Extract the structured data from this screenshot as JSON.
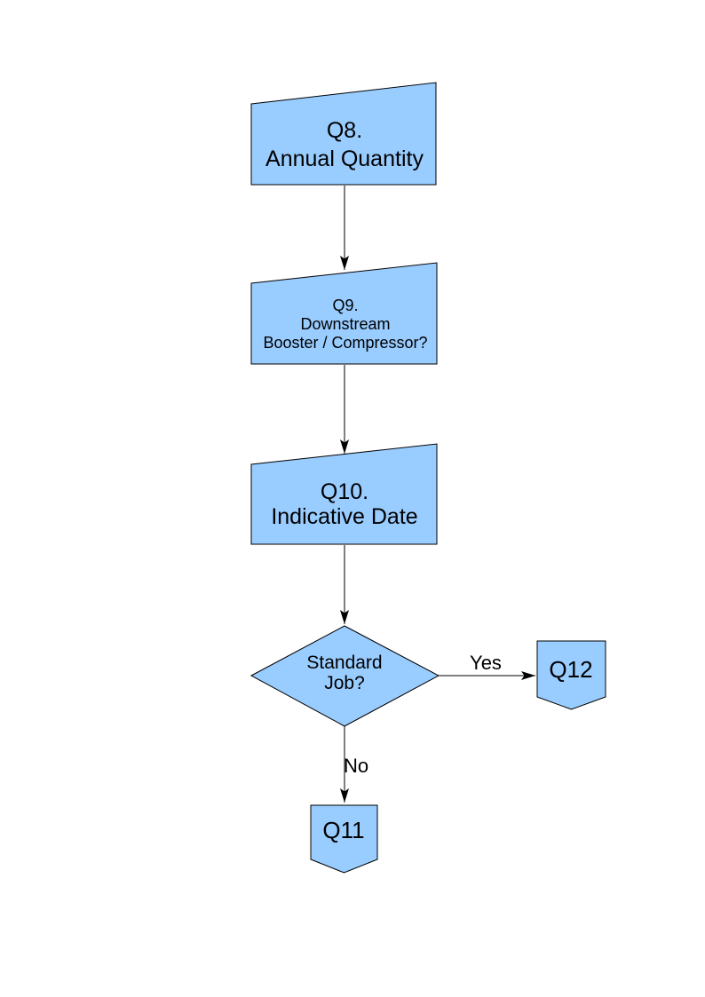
{
  "diagram": {
    "type": "flowchart",
    "nodes": {
      "q8": {
        "shape": "manual-input",
        "lines": [
          "Q8.",
          "Annual Quantity"
        ]
      },
      "q9": {
        "shape": "manual-input",
        "lines": [
          "Q9.",
          "Downstream",
          "Booster / Compressor?"
        ]
      },
      "q10": {
        "shape": "manual-input",
        "lines": [
          "Q10.",
          "Indicative Date"
        ]
      },
      "decision": {
        "shape": "diamond",
        "lines": [
          "Standard",
          "Job?"
        ]
      },
      "q12": {
        "shape": "off-page-connector",
        "lines": [
          "Q12"
        ]
      },
      "q11": {
        "shape": "off-page-connector",
        "lines": [
          "Q11"
        ]
      }
    },
    "edges": {
      "q8_to_q9": {
        "label": ""
      },
      "q9_to_q10": {
        "label": ""
      },
      "q10_to_decision": {
        "label": ""
      },
      "decision_to_q12": {
        "label": "Yes"
      },
      "decision_to_q11": {
        "label": "No"
      }
    },
    "colors": {
      "node_fill": "#99CCFF",
      "node_stroke": "#000000",
      "connector": "#000000",
      "text": "#000000",
      "background": "#FFFFFF"
    }
  }
}
